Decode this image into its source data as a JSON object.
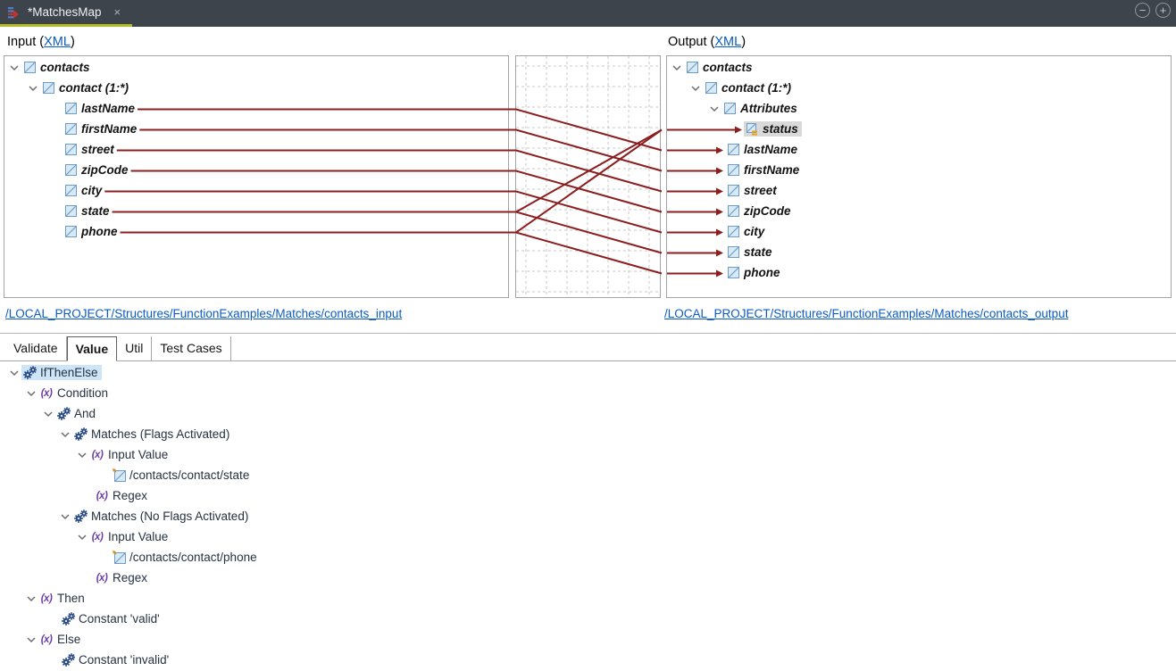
{
  "titlebar": {
    "tab_title": "*MatchesMap",
    "close_label": "×",
    "zoom_out": "−",
    "zoom_in": "+"
  },
  "headers": {
    "input_prefix": "Input (",
    "input_link": "XML",
    "input_suffix": ")",
    "output_prefix": "Output (",
    "output_link": "XML",
    "output_suffix": ")"
  },
  "structure_links": {
    "input": "/LOCAL_PROJECT/Structures/FunctionExamples/Matches/contacts_input",
    "output": "/LOCAL_PROJECT/Structures/FunctionExamples/Matches/contacts_output"
  },
  "input_tree": [
    {
      "id": "in-contacts",
      "label": "contacts",
      "depth": 0,
      "icon": "element",
      "expanded": true
    },
    {
      "id": "in-contact",
      "label": "contact (1:*)",
      "depth": 1,
      "icon": "element",
      "expanded": true
    },
    {
      "id": "in-lastName",
      "label": "lastName",
      "depth": 2,
      "icon": "element"
    },
    {
      "id": "in-firstName",
      "label": "firstName",
      "depth": 2,
      "icon": "element"
    },
    {
      "id": "in-street",
      "label": "street",
      "depth": 2,
      "icon": "element"
    },
    {
      "id": "in-zipCode",
      "label": "zipCode",
      "depth": 2,
      "icon": "element"
    },
    {
      "id": "in-city",
      "label": "city",
      "depth": 2,
      "icon": "element"
    },
    {
      "id": "in-state",
      "label": "state",
      "depth": 2,
      "icon": "element"
    },
    {
      "id": "in-phone",
      "label": "phone",
      "depth": 2,
      "icon": "element"
    }
  ],
  "output_tree": [
    {
      "id": "out-contacts",
      "label": "contacts",
      "depth": 0,
      "icon": "element",
      "expanded": true
    },
    {
      "id": "out-contact",
      "label": "contact (1:*)",
      "depth": 1,
      "icon": "element",
      "expanded": true
    },
    {
      "id": "out-attributes",
      "label": "Attributes",
      "depth": 2,
      "icon": "element",
      "expanded": true
    },
    {
      "id": "out-status",
      "label": "status",
      "depth": 3,
      "icon": "attribute",
      "selected": true
    },
    {
      "id": "out-lastName",
      "label": "lastName",
      "depth": 2,
      "icon": "element"
    },
    {
      "id": "out-firstName",
      "label": "firstName",
      "depth": 2,
      "icon": "element"
    },
    {
      "id": "out-street",
      "label": "street",
      "depth": 2,
      "icon": "element"
    },
    {
      "id": "out-zipCode",
      "label": "zipCode",
      "depth": 2,
      "icon": "element"
    },
    {
      "id": "out-city",
      "label": "city",
      "depth": 2,
      "icon": "element"
    },
    {
      "id": "out-state",
      "label": "state",
      "depth": 2,
      "icon": "element"
    },
    {
      "id": "out-phone",
      "label": "phone",
      "depth": 2,
      "icon": "element"
    }
  ],
  "connections": [
    {
      "from": "in-lastName",
      "to": "out-lastName"
    },
    {
      "from": "in-firstName",
      "to": "out-firstName"
    },
    {
      "from": "in-street",
      "to": "out-street"
    },
    {
      "from": "in-zipCode",
      "to": "out-zipCode"
    },
    {
      "from": "in-city",
      "to": "out-city"
    },
    {
      "from": "in-state",
      "to": "out-state"
    },
    {
      "from": "in-phone",
      "to": "out-phone"
    },
    {
      "from": "in-state",
      "to": "out-status"
    },
    {
      "from": "in-phone",
      "to": "out-status"
    }
  ],
  "tabs": [
    {
      "label": "Validate",
      "active": false
    },
    {
      "label": "Value",
      "active": true
    },
    {
      "label": "Util",
      "active": false
    },
    {
      "label": "Test Cases",
      "active": false
    }
  ],
  "function_tree": [
    {
      "id": "fn-ifthenelse",
      "label": "IfThenElse",
      "depth": 0,
      "icon": "function",
      "expanded": true,
      "selected": true
    },
    {
      "id": "fn-condition",
      "label": "Condition",
      "depth": 1,
      "icon": "fx",
      "expanded": true
    },
    {
      "id": "fn-and",
      "label": "And",
      "depth": 2,
      "icon": "function",
      "expanded": true
    },
    {
      "id": "fn-matches-flags",
      "label": "Matches (Flags Activated)",
      "depth": 3,
      "icon": "function",
      "expanded": true
    },
    {
      "id": "fn-inputvalue-1",
      "label": "Input Value",
      "depth": 4,
      "icon": "fx",
      "expanded": true
    },
    {
      "id": "fn-state-ref",
      "label": "/contacts/contact/state",
      "depth": 5,
      "icon": "element-ref"
    },
    {
      "id": "fn-regex-1",
      "label": "Regex",
      "depth": 4,
      "icon": "fx"
    },
    {
      "id": "fn-matches-noflags",
      "label": "Matches (No Flags Activated)",
      "depth": 3,
      "icon": "function",
      "expanded": true
    },
    {
      "id": "fn-inputvalue-2",
      "label": "Input Value",
      "depth": 4,
      "icon": "fx",
      "expanded": true
    },
    {
      "id": "fn-phone-ref",
      "label": "/contacts/contact/phone",
      "depth": 5,
      "icon": "element-ref"
    },
    {
      "id": "fn-regex-2",
      "label": "Regex",
      "depth": 4,
      "icon": "fx"
    },
    {
      "id": "fn-then",
      "label": "Then",
      "depth": 1,
      "icon": "fx",
      "expanded": true
    },
    {
      "id": "fn-const-valid",
      "label": "Constant 'valid'",
      "depth": 2,
      "icon": "function"
    },
    {
      "id": "fn-else",
      "label": "Else",
      "depth": 1,
      "icon": "fx",
      "expanded": true
    },
    {
      "id": "fn-const-invalid",
      "label": "Constant 'invalid'",
      "depth": 2,
      "icon": "function"
    }
  ],
  "colors": {
    "connection": "#8b1f1f",
    "accent_underline": "#b2bc2a",
    "selection_blue": "#cde5f7",
    "selection_gray": "#d9d9d9",
    "link_blue": "#0b5bc4",
    "grid_line": "#c9c9c9",
    "titlebar_bg": "#3e444b"
  }
}
